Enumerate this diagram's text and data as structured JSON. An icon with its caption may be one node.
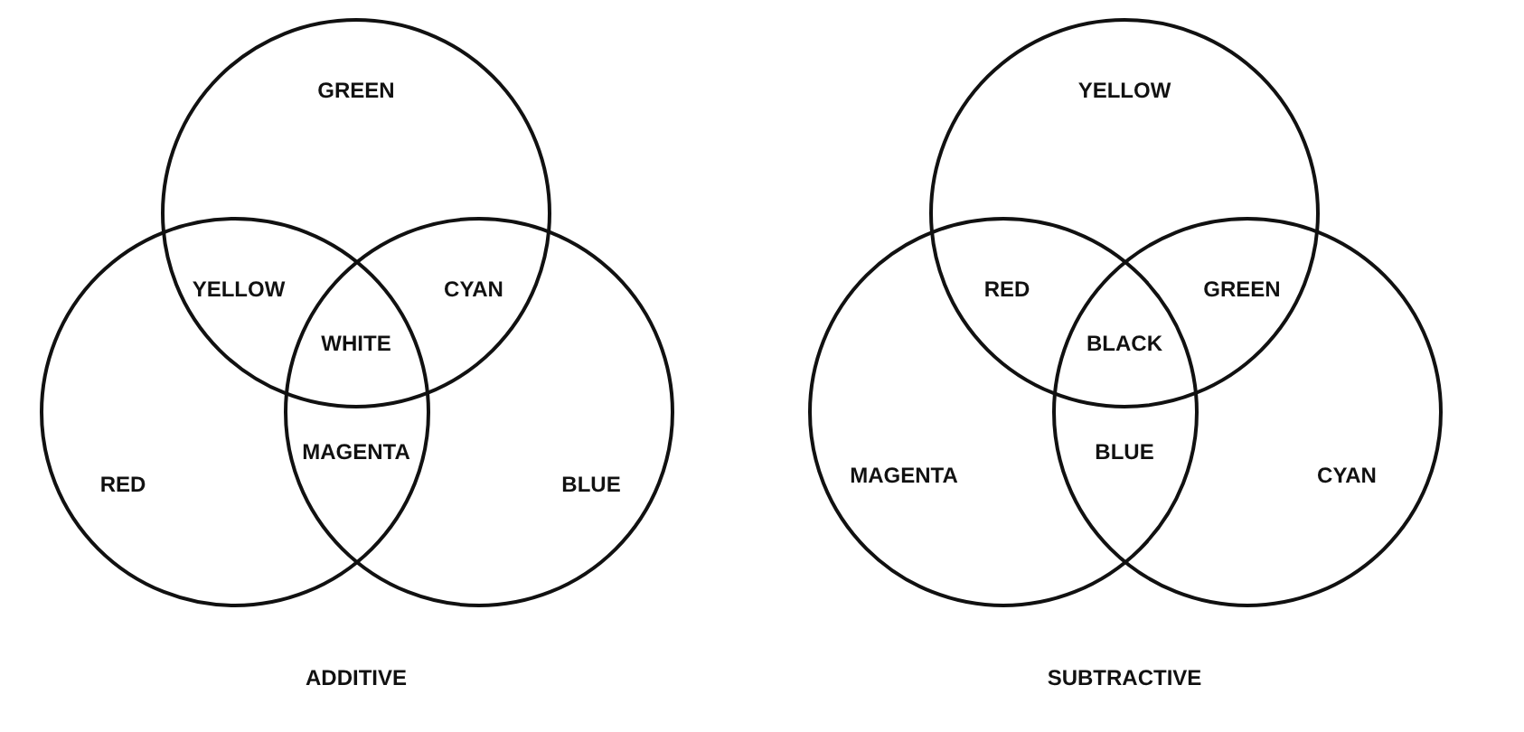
{
  "diagram": {
    "nodes": [
      {
        "text": [
          "GREEN"
        ]
      },
      {
        "text": [
          "RED"
        ]
      },
      {
        "text": [
          "BLUE"
        ]
      },
      {
        "text": [
          "YELLOW"
        ]
      },
      {
        "text": [
          "MAGENTA"
        ]
      },
      {
        "text": [
          "CYAN"
        ]
      }
    ],
    "edges": [],
    "labels": [
      "YELLOW",
      "CYAN",
      "WHITE",
      "MAGENTA",
      "ADDITIVE",
      "RED",
      "GREEN",
      "BLACK",
      "BLUE",
      "SUBTRACTIVE"
    ]
  }
}
